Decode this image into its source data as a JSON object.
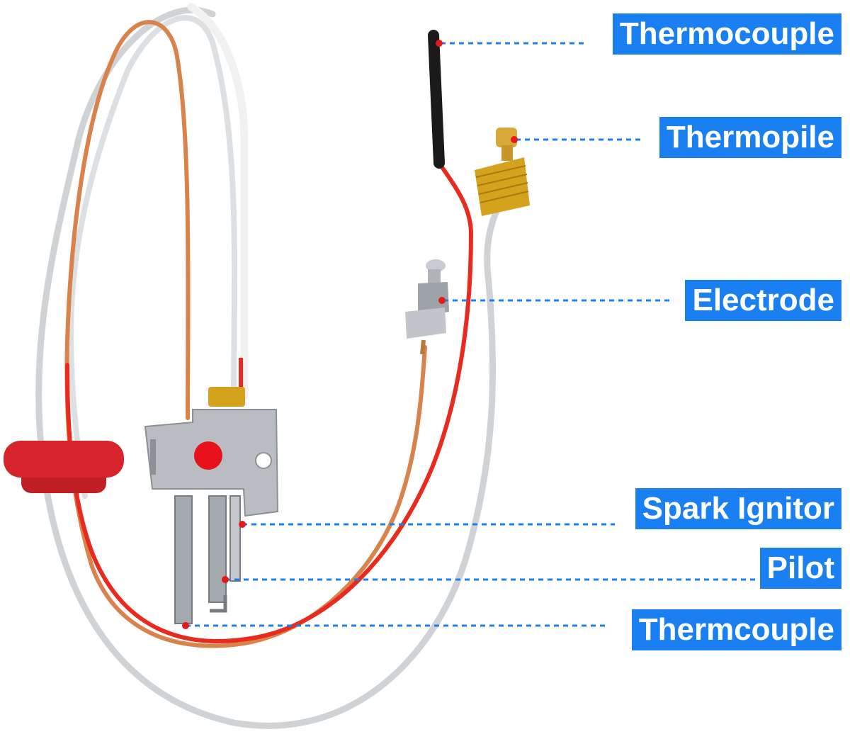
{
  "colors": {
    "callout_bg": "#1a7ff0",
    "callout_text": "#ffffff",
    "leader_line": "#1a7ff0",
    "marker_dot": "#e81818",
    "copper_wire": "#d9824a",
    "red_wire": "#e82a1f",
    "silver_wire": "#cfd3d6",
    "brass": "#d4a21c",
    "grommet": "#d6242a"
  },
  "callouts": [
    {
      "id": "thermocouple-top",
      "label": "Thermocouple"
    },
    {
      "id": "thermopile",
      "label": "Thermopile"
    },
    {
      "id": "electrode",
      "label": "Electrode"
    },
    {
      "id": "spark-ignitor",
      "label": "Spark Ignitor"
    },
    {
      "id": "pilot",
      "label": "Pilot"
    },
    {
      "id": "thermcouple-bottom",
      "label": "Thermcouple"
    }
  ]
}
